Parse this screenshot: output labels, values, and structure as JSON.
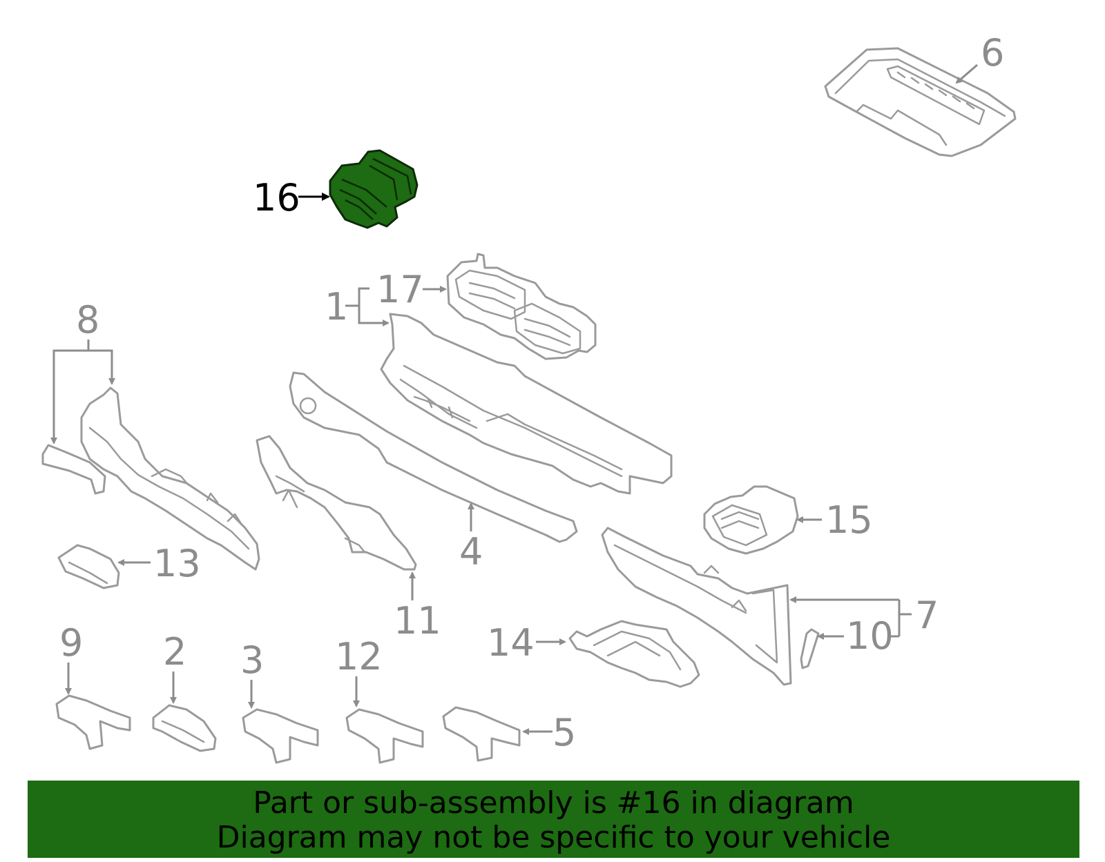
{
  "highlight_color": "#1d6b12",
  "callouts": {
    "c1": "1",
    "c2": "2",
    "c3": "3",
    "c4": "4",
    "c5": "5",
    "c6": "6",
    "c7": "7",
    "c8": "8",
    "c9": "9",
    "c10": "10",
    "c11": "11",
    "c12": "12",
    "c13": "13",
    "c14": "14",
    "c15": "15",
    "c16": "16",
    "c17": "17"
  },
  "banner": {
    "line1": "Part or sub-assembly is #16 in diagram",
    "line2": "Diagram may not be specific to your vehicle"
  }
}
